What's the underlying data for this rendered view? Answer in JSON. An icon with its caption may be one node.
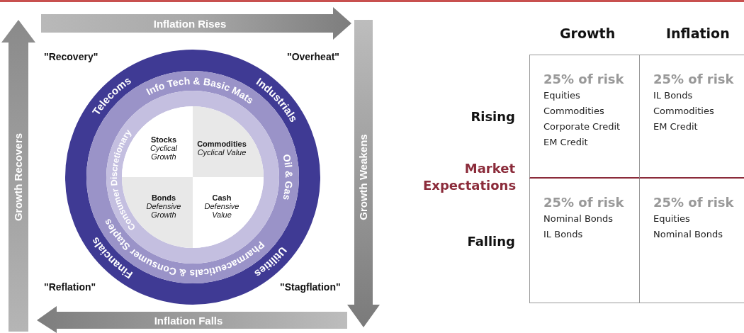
{
  "diagram": {
    "nodes": [
      {
        "text": [
          "Stocks",
          "Cyclical Growth"
        ]
      },
      {
        "text": [
          "Commodities",
          "Cyclical Value"
        ]
      },
      {
        "text": [
          "Bonds",
          "Defensive Growth"
        ]
      },
      {
        "text": [
          "Cash",
          "Defensive Value"
        ]
      },
      {
        "text": [
          "25% of risk",
          "Equities",
          "Commodities",
          "Corporate Credit",
          "EM Credit"
        ]
      },
      {
        "text": [
          "25% of risk",
          "IL Bonds",
          "Commodities",
          "EM Credit"
        ]
      },
      {
        "text": [
          "25% of risk",
          "Nominal Bonds",
          "IL Bonds"
        ]
      },
      {
        "text": [
          "25% of risk",
          "Equities",
          "Nominal Bonds"
        ]
      }
    ],
    "labels": [
      "Inflation Rises",
      "Growth Recovers",
      "Growth Weakens",
      "\"Recovery\"",
      "\"Overheat\"",
      "Telecoms",
      "Industrials",
      "Info Tech & Basic Mats",
      "Consumer Discretionary",
      "Oil & Gas",
      "Pharmaceuticals & Consumer Staples",
      "Financials",
      "Utilities",
      "\"Reflation\"",
      "\"Stagflation\"",
      "Inflation Falls",
      "Growth",
      "Inflation",
      "Rising",
      "Market Expectations",
      "Falling"
    ]
  }
}
